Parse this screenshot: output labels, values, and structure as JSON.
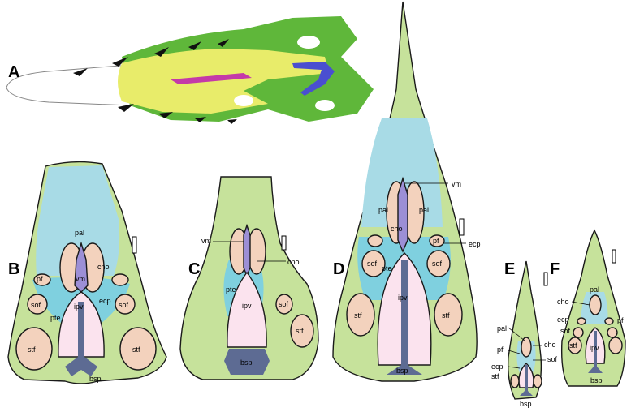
{
  "panels": {
    "A": "A",
    "B": "B",
    "C": "C",
    "D": "D",
    "E": "E",
    "F": "F"
  },
  "labels": {
    "pal": "pal",
    "cho": "cho",
    "vm": "vm",
    "pf": "pf",
    "ecp": "ecp",
    "ipv": "ipv",
    "sof": "sof",
    "pte": "pte",
    "stf": "stf",
    "bsp": "bsp"
  },
  "colors": {
    "bone_green": "#c6e29b",
    "palatal_cyan": "#a8dbe6",
    "pterygoid_cyan": "#7fd0df",
    "fenestra_peach": "#f3d2bd",
    "interpterygoid_pink": "#fbe3ee",
    "basisphenoid_navy": "#5d6b93",
    "vomer_violet": "#9c8fd6",
    "render_yellow": "#e8ec6a",
    "render_green": "#5fb73a",
    "render_magenta": "#c43aa8",
    "render_blue": "#4a4fd0"
  },
  "scale_bar_count": 5
}
